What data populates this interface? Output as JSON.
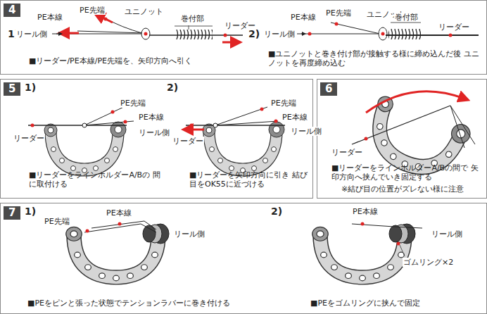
{
  "diagram": {
    "nodes": [
      {
        "text": [
          "4"
        ]
      },
      {
        "text": [
          "5"
        ]
      },
      {
        "text": [
          "6"
        ]
      },
      {
        "text": [
          "7"
        ]
      }
    ],
    "labels": [
      "1)",
      "PE本線",
      "PE先端",
      "ユニノット",
      "巻付部",
      "リーダー",
      "リール側",
      "■リーダー/PE本線/PE先端を、矢印方向へ引く",
      "2)",
      "PE本線",
      "PE先端",
      "ユニノット",
      "巻付部",
      "リーダー",
      "リール側",
      "■ユニノットと巻き付け部が接触する様に締め込んだ後 ユニノットを再度締め込む",
      "1)",
      "PE先端",
      "PE本線",
      "リーダー",
      "リール側",
      "■リーダーをラインホルダーA/Bの 間に取付ける",
      "2)",
      "PE先端",
      "PE本線",
      "リーダー",
      "リール側",
      "■リーダーを矢印方向に引き 結び目をOK55に近づける",
      "リーダー",
      "■リーダーをラインホルダーA/Bの間で 矢印方向へ挟んでいき固定する",
      "※結び目の位置がズレない様に注意",
      "1)",
      "PE先端",
      "PE本線",
      "リール側",
      "■PEをピンと張った状態でテンションラバーに巻き付ける",
      "2)",
      "PE本線",
      "リール側",
      "ゴムリング×2",
      "■PEをゴムリングに挟んで固定"
    ]
  }
}
